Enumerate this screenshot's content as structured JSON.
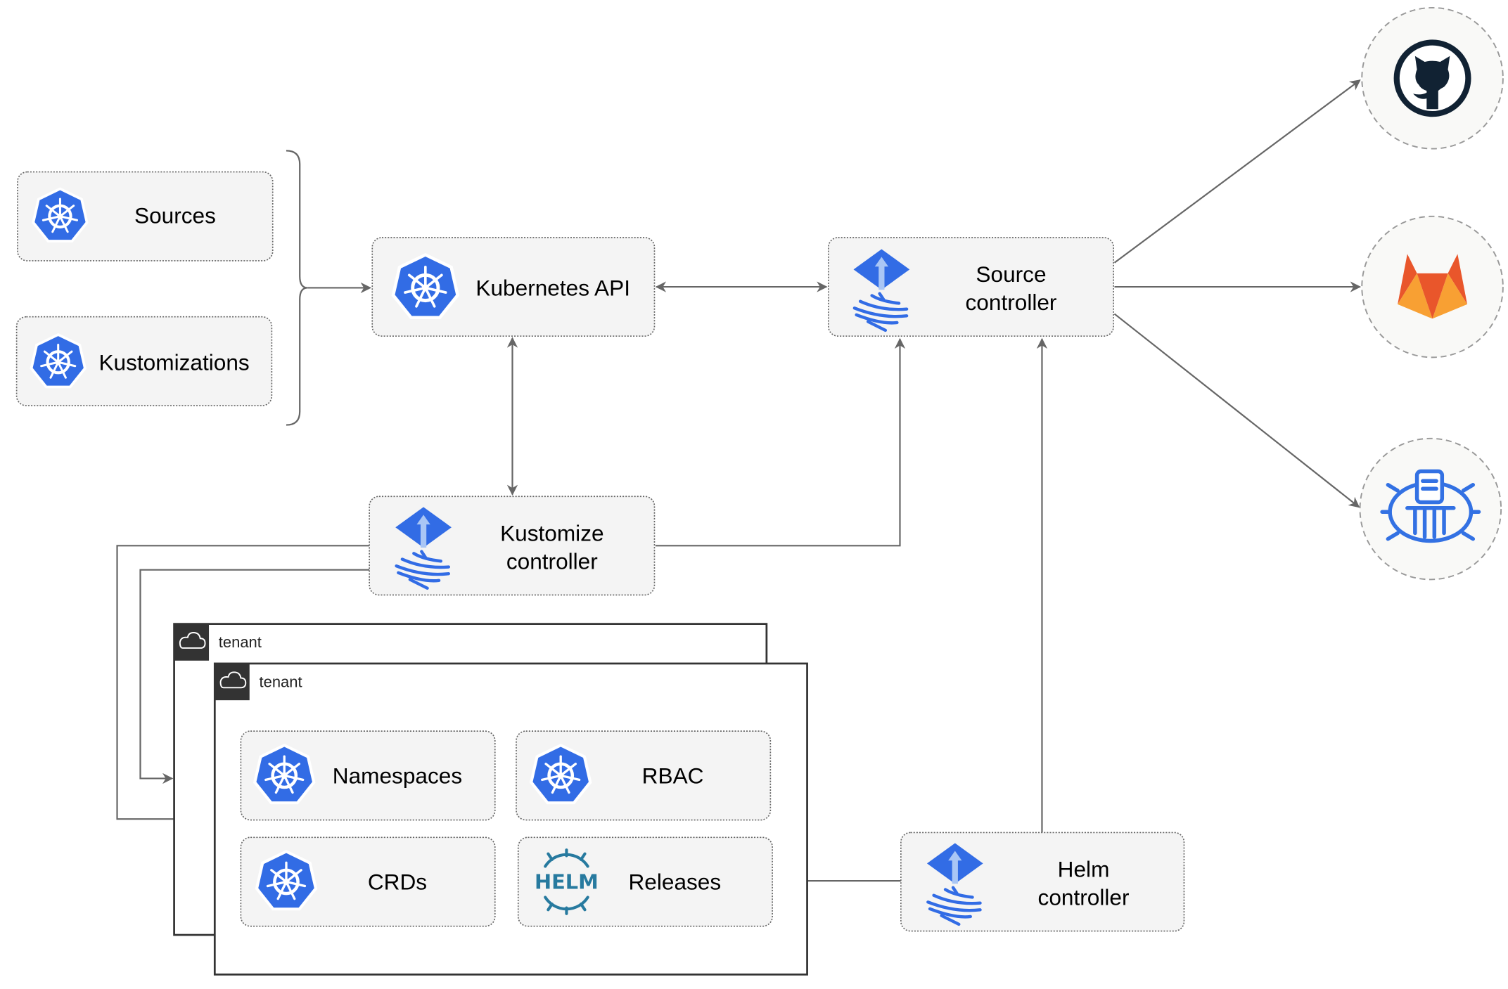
{
  "nodes": {
    "sources": {
      "label": "Sources",
      "icon": "kubernetes-icon"
    },
    "kustomizations": {
      "label": "Kustomizations",
      "icon": "kubernetes-icon"
    },
    "kubernetes_api": {
      "label": "Kubernetes API",
      "icon": "kubernetes-icon"
    },
    "source_controller": {
      "line1": "Source",
      "line2": "controller",
      "icon": "flux-icon"
    },
    "kustomize_controller": {
      "line1": "Kustomize",
      "line2": "controller",
      "icon": "flux-icon"
    },
    "helm_controller": {
      "line1": "Helm",
      "line2": "controller",
      "icon": "flux-icon"
    },
    "namespaces": {
      "label": "Namespaces",
      "icon": "kubernetes-icon"
    },
    "rbac": {
      "label": "RBAC",
      "icon": "kubernetes-icon"
    },
    "crds": {
      "label": "CRDs",
      "icon": "kubernetes-icon"
    },
    "releases": {
      "label": "Releases",
      "icon": "helm-icon",
      "icon_text": "HELM"
    }
  },
  "tenants": [
    {
      "label": "tenant",
      "icon": "cloud-icon"
    },
    {
      "label": "tenant",
      "icon": "cloud-icon"
    }
  ],
  "external": [
    {
      "icon": "github-icon"
    },
    {
      "icon": "gitlab-icon"
    },
    {
      "icon": "bucket-icon"
    }
  ],
  "colors": {
    "kubernetes_blue": "#326ce5",
    "helm_blue": "#277a9f",
    "github_dark": "#112233",
    "gitlab_orange": "#e9562b",
    "gitlab_yellow": "#f8a033",
    "edge_gray": "#666666",
    "box_fill": "#f4f4f4"
  }
}
